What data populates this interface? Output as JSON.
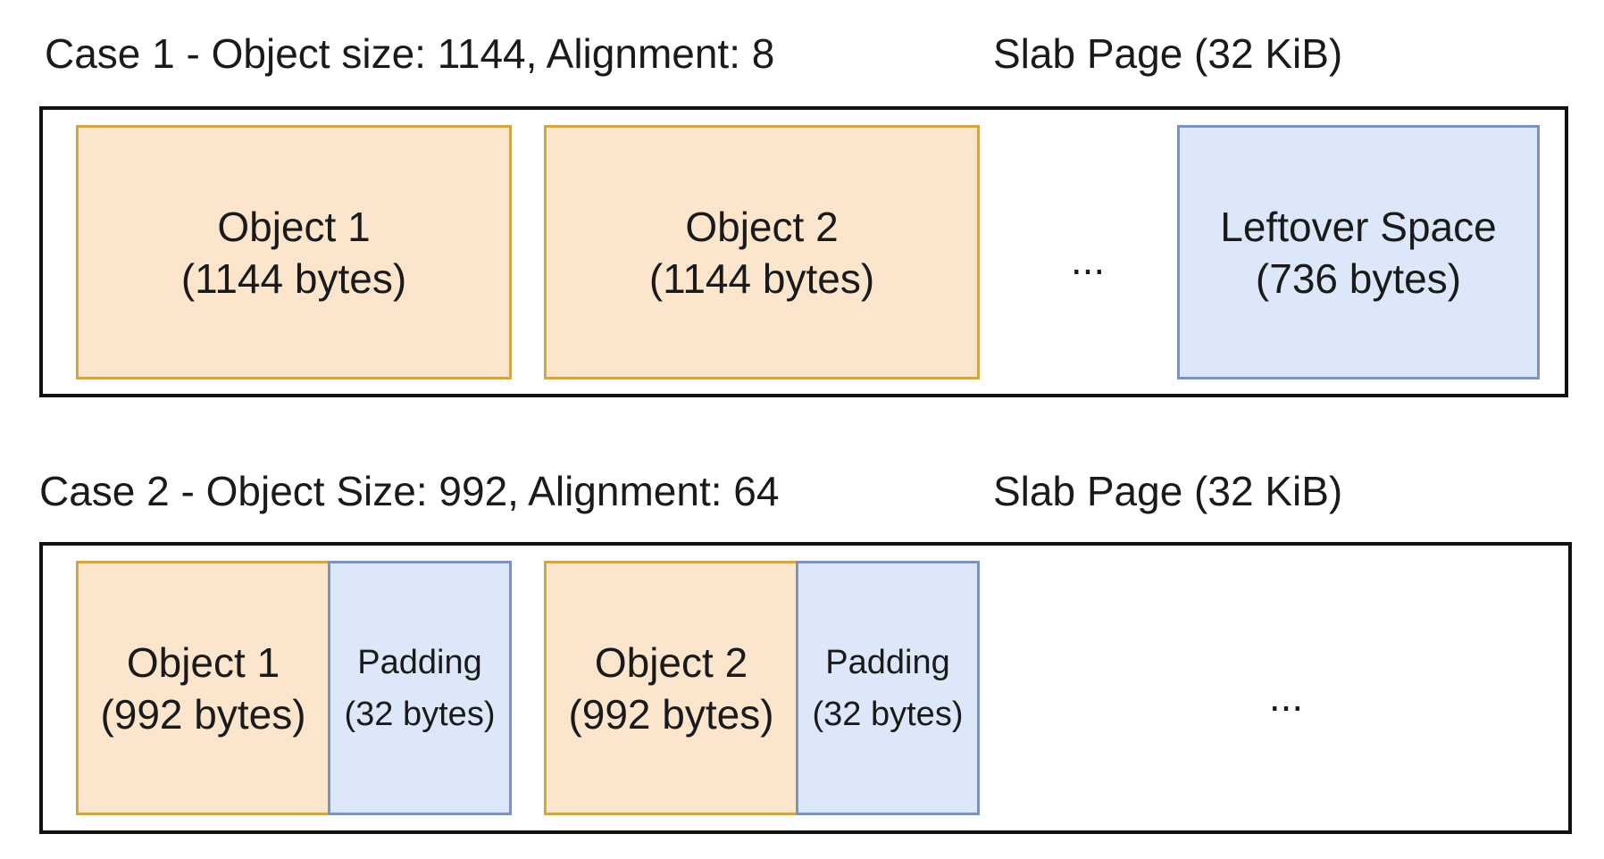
{
  "colors": {
    "object_fill": "#fbe5cd",
    "object_border": "#d3a546",
    "padding_fill": "#dce8f9",
    "padding_border": "#7b93bd",
    "frame_border": "#111111"
  },
  "case1": {
    "title": "Case 1 - Object size: 1144, Alignment: 8",
    "page_label": "Slab Page (32 KiB)",
    "object1": {
      "name": "Object 1",
      "size": "(1144 bytes)"
    },
    "object2": {
      "name": "Object 2",
      "size": "(1144 bytes)"
    },
    "ellipsis": "...",
    "leftover": {
      "name": "Leftover Space",
      "size": "(736 bytes)"
    }
  },
  "case2": {
    "title": "Case 2 - Object Size: 992, Alignment: 64",
    "page_label": "Slab Page (32 KiB)",
    "object1": {
      "name": "Object 1",
      "size": "(992 bytes)"
    },
    "padding1": {
      "name": "Padding",
      "size": "(32 bytes)"
    },
    "object2": {
      "name": "Object 2",
      "size": "(992 bytes)"
    },
    "padding2": {
      "name": "Padding",
      "size": "(32 bytes)"
    },
    "ellipsis": "..."
  }
}
